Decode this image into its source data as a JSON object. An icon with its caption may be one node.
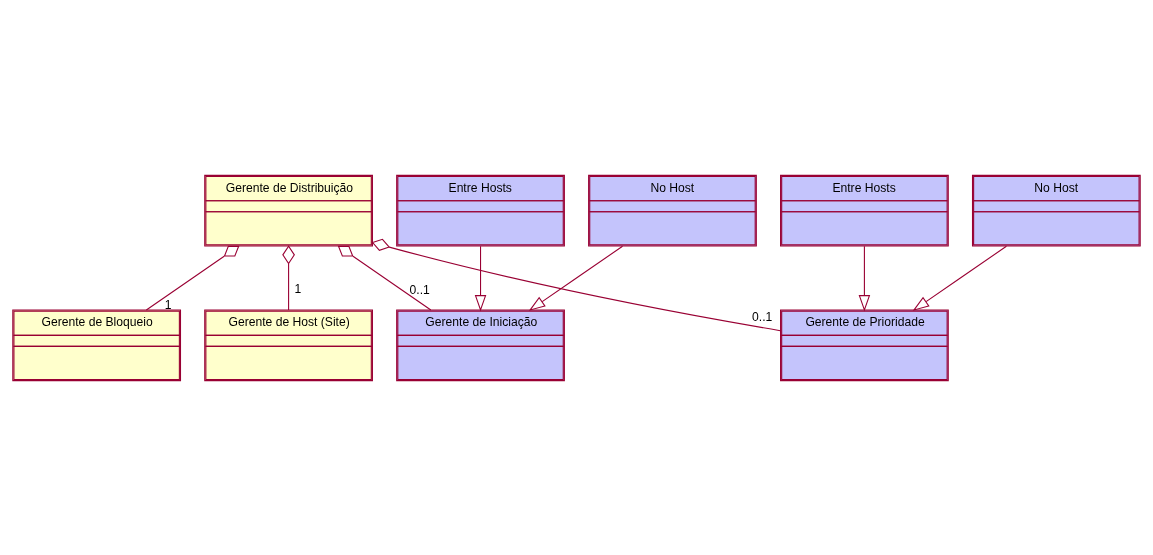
{
  "diagram": {
    "nodes": [
      {
        "text": [
          "Gerente de Distribuição"
        ]
      },
      {
        "text": [
          "Gerente de Bloqueio"
        ]
      },
      {
        "text": [
          "Gerente de Host (Site)"
        ]
      },
      {
        "text": [
          "Gerente de Iniciação"
        ]
      },
      {
        "text": [
          "Gerente de Prioridade"
        ]
      },
      {
        "text": [
          "No Host"
        ]
      },
      {
        "text": [
          "Entre Hosts"
        ]
      },
      {
        "text": [
          "No Host"
        ]
      },
      {
        "text": [
          "Entre Hosts"
        ]
      }
    ],
    "edges": [
      {
        "from": 0,
        "to": 1,
        "arrow": "other",
        "label": "1"
      },
      {
        "from": 0,
        "to": 2,
        "arrow": "other",
        "label": "1"
      },
      {
        "from": 0,
        "to": 3,
        "arrow": "other",
        "label": "0..1"
      },
      {
        "from": 0,
        "to": 4,
        "arrow": "other",
        "label": "0..1"
      },
      {
        "from": 5,
        "to": 3,
        "arrow": "to"
      },
      {
        "from": 6,
        "to": 3,
        "arrow": "to"
      },
      {
        "from": 7,
        "to": 4,
        "arrow": "to"
      },
      {
        "from": 8,
        "to": 4,
        "arrow": "to"
      }
    ]
  }
}
